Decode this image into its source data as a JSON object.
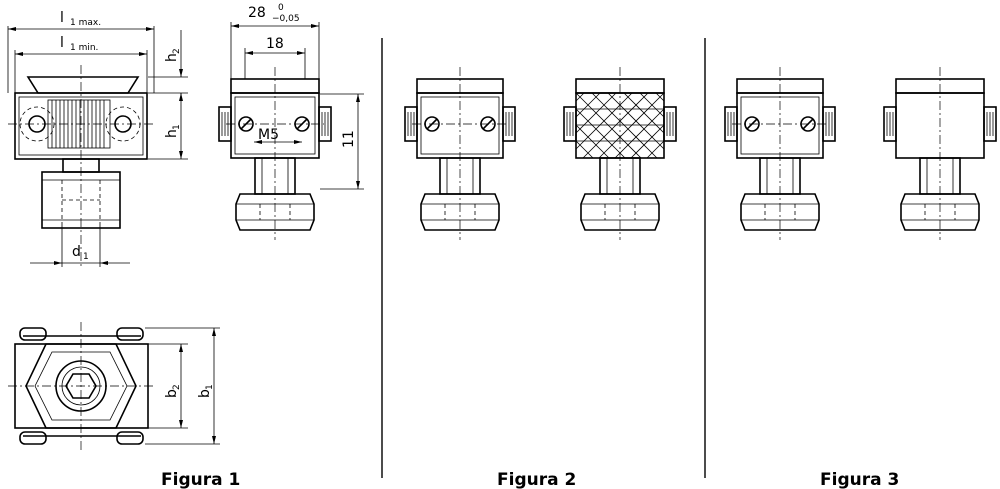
{
  "figures": {
    "fig1": "Figura 1",
    "fig2": "Figura 2",
    "fig3": "Figura 3"
  },
  "dims": {
    "l1max_main": "l",
    "l1max_sub": "1 max.",
    "l1min_main": "l",
    "l1min_sub": "1 min.",
    "h2_main": "h",
    "h2_sub": "2",
    "h1_main": "h",
    "h1_sub": "1",
    "d1_main": "d",
    "d1_sub": "1",
    "width28": "28",
    "tol_upper": "0",
    "tol_lower": "−0,05",
    "dim18": "18",
    "m5": "M5",
    "dim11": "11",
    "b2_main": "b",
    "b2_sub": "2",
    "b1_main": "b",
    "b1_sub": "1"
  }
}
